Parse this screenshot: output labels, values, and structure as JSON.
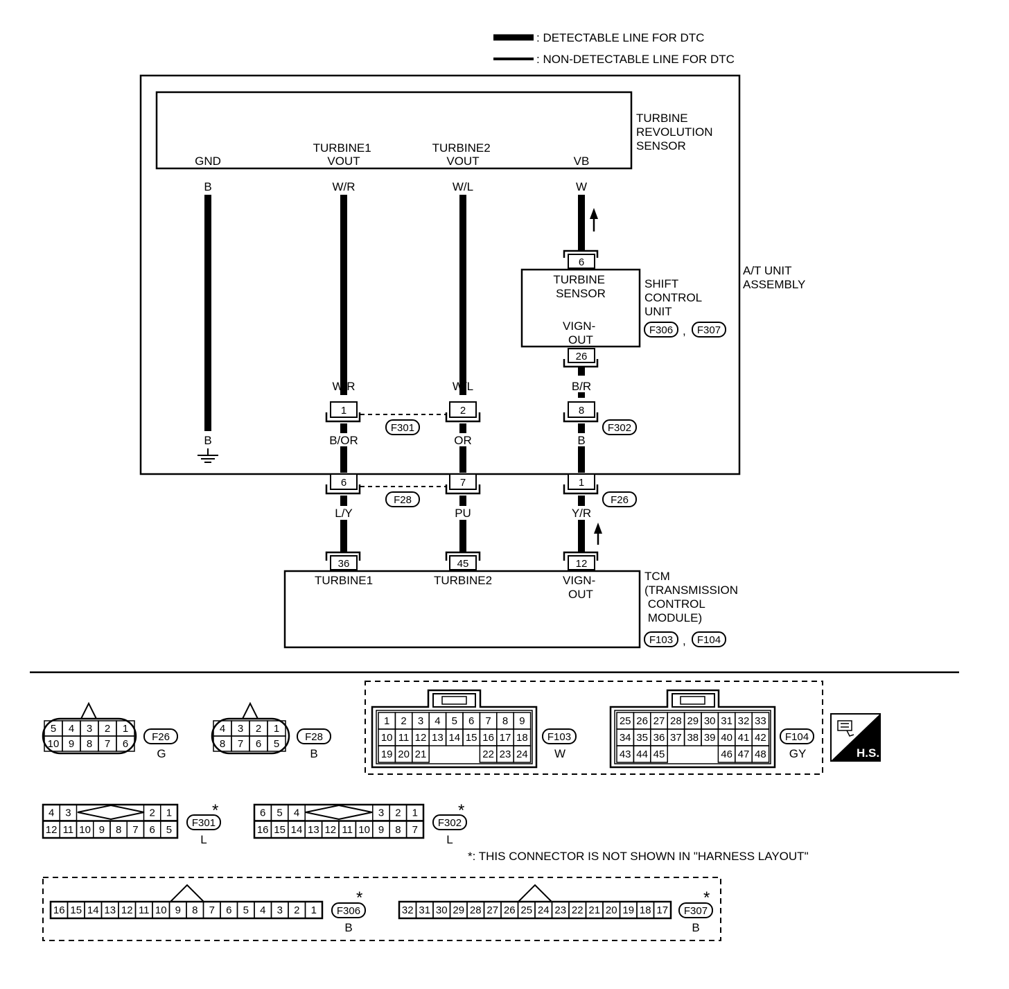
{
  "legend": {
    "detectable": ": DETECTABLE LINE FOR DTC",
    "non_detectable": ": NON-DETECTABLE LINE FOR DTC"
  },
  "components": {
    "sensor": [
      "TURBINE",
      "REVOLUTION",
      "SENSOR"
    ],
    "at_unit": [
      "A/T UNIT",
      "ASSEMBLY"
    ],
    "scu": [
      "SHIFT",
      "CONTROL",
      "UNIT"
    ],
    "tcm": [
      "TCM",
      "(TRANSMISSION",
      " CONTROL",
      " MODULE)"
    ]
  },
  "sensor_pins": {
    "gnd": [
      "GND"
    ],
    "t1": [
      "TURBINE1",
      "VOUT"
    ],
    "t2": [
      "TURBINE2",
      "VOUT"
    ],
    "vb": [
      "VB"
    ]
  },
  "scu_pins": {
    "turbine_sensor": [
      "TURBINE",
      "SENSOR"
    ],
    "vign_out": [
      "VIGN-",
      "OUT"
    ]
  },
  "tcm_pins": {
    "t1": [
      "TURBINE1"
    ],
    "t2": [
      "TURBINE2"
    ],
    "vign": [
      "VIGN-",
      "OUT"
    ]
  },
  "wire_colors": {
    "gnd_top": "B",
    "gnd_bottom": "B",
    "t1_top": "W/R",
    "t1_mid": "W/R",
    "t1_low": "B/OR",
    "t1_bottom": "L/Y",
    "t2_top": "W/L",
    "t2_mid": "W/L",
    "t2_low": "OR",
    "t2_bottom": "PU",
    "vb_top": "W",
    "vb_mid": "B/R",
    "vb_low": "B",
    "vb_bottom": "Y/R"
  },
  "terminals": {
    "scu_top": "6",
    "scu_bottom": "26",
    "f301_a": "1",
    "f301_b": "2",
    "f302": "8",
    "f28_a": "6",
    "f28_b": "7",
    "f26": "1",
    "tcm_a": "36",
    "tcm_b": "45",
    "tcm_c": "12"
  },
  "connector_ids": {
    "f301": "F301",
    "f302": "F302",
    "f28": "F28",
    "f26": "F26",
    "f306": "F306",
    "f307": "F307",
    "f103": "F103",
    "f104": "F104",
    "separator": ","
  },
  "connector_faces": {
    "f26": {
      "id": "F26",
      "color": "G",
      "row1": [
        "5",
        "4",
        "3",
        "2",
        "1"
      ],
      "row2": [
        "10",
        "9",
        "8",
        "7",
        "6"
      ]
    },
    "f28": {
      "id": "F28",
      "color": "B",
      "row1": [
        "4",
        "3",
        "2",
        "1"
      ],
      "row2": [
        "8",
        "7",
        "6",
        "5"
      ]
    },
    "f103": {
      "id": "F103",
      "color": "W",
      "row1": [
        "1",
        "2",
        "3",
        "4",
        "5",
        "6",
        "7",
        "8",
        "9"
      ],
      "row2": [
        "10",
        "11",
        "12",
        "13",
        "14",
        "15",
        "16",
        "17",
        "18"
      ],
      "row3_left": [
        "19",
        "20",
        "21"
      ],
      "row3_right": [
        "22",
        "23",
        "24"
      ]
    },
    "f104": {
      "id": "F104",
      "color": "GY",
      "row1": [
        "25",
        "26",
        "27",
        "28",
        "29",
        "30",
        "31",
        "32",
        "33"
      ],
      "row2": [
        "34",
        "35",
        "36",
        "37",
        "38",
        "39",
        "40",
        "41",
        "42"
      ],
      "row3_left": [
        "43",
        "44",
        "45"
      ],
      "row3_right": [
        "46",
        "47",
        "48"
      ]
    },
    "f301": {
      "id": "F301",
      "color": "L",
      "row1_left": [
        "4",
        "3"
      ],
      "row1_right": [
        "2",
        "1"
      ],
      "row2": [
        "12",
        "11",
        "10",
        "9",
        "8",
        "7",
        "6",
        "5"
      ]
    },
    "f302": {
      "id": "F302",
      "color": "L",
      "row1_left": [
        "6",
        "5",
        "4"
      ],
      "row1_right": [
        "3",
        "2",
        "1"
      ],
      "row2": [
        "16",
        "15",
        "14",
        "13",
        "12",
        "11",
        "10",
        "9",
        "8",
        "7"
      ]
    },
    "f306": {
      "id": "F306",
      "color": "B",
      "pins": [
        "16",
        "15",
        "14",
        "13",
        "12",
        "11",
        "10",
        "9",
        "8",
        "7",
        "6",
        "5",
        "4",
        "3",
        "2",
        "1"
      ]
    },
    "f307": {
      "id": "F307",
      "color": "B",
      "pins": [
        "32",
        "31",
        "30",
        "29",
        "28",
        "27",
        "26",
        "25",
        "24",
        "23",
        "22",
        "21",
        "20",
        "19",
        "18",
        "17"
      ]
    }
  },
  "star": "*",
  "note": "*: THIS CONNECTOR IS NOT SHOWN IN \"HARNESS LAYOUT\"",
  "hs_badge": "H.S."
}
